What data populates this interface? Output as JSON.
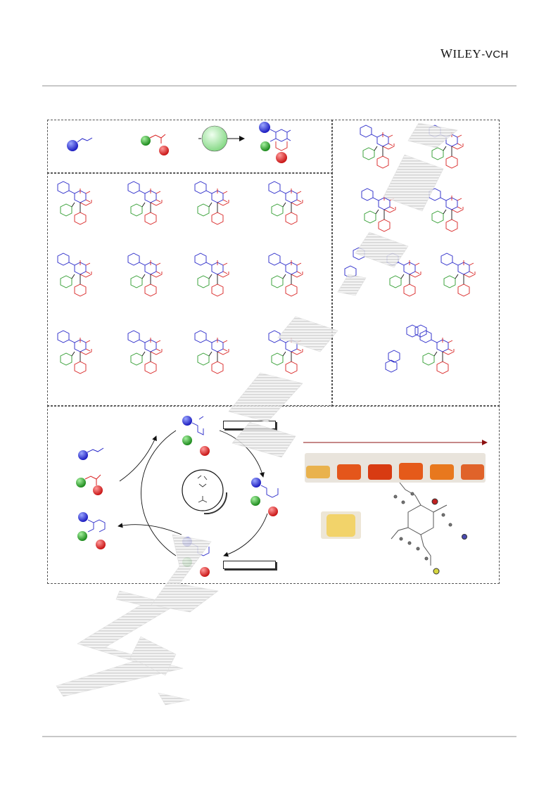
{
  "header": {
    "publisher_w": "W",
    "publisher_iley": "ILEY",
    "publisher_suffix": "-VCH"
  },
  "colors": {
    "blue": "#2323c8",
    "green": "#2a9a2a",
    "red": "#d81e1e",
    "vial_orange": "#e4561b",
    "vial_yellow": "#f2d36a",
    "arrow_dark_red": "#8c1010"
  },
  "icons": [
    "benzene-ring-icon",
    "sphere-icon",
    "catalyst-circle-icon",
    "arrow-icon",
    "crystal-structure-icon"
  ]
}
